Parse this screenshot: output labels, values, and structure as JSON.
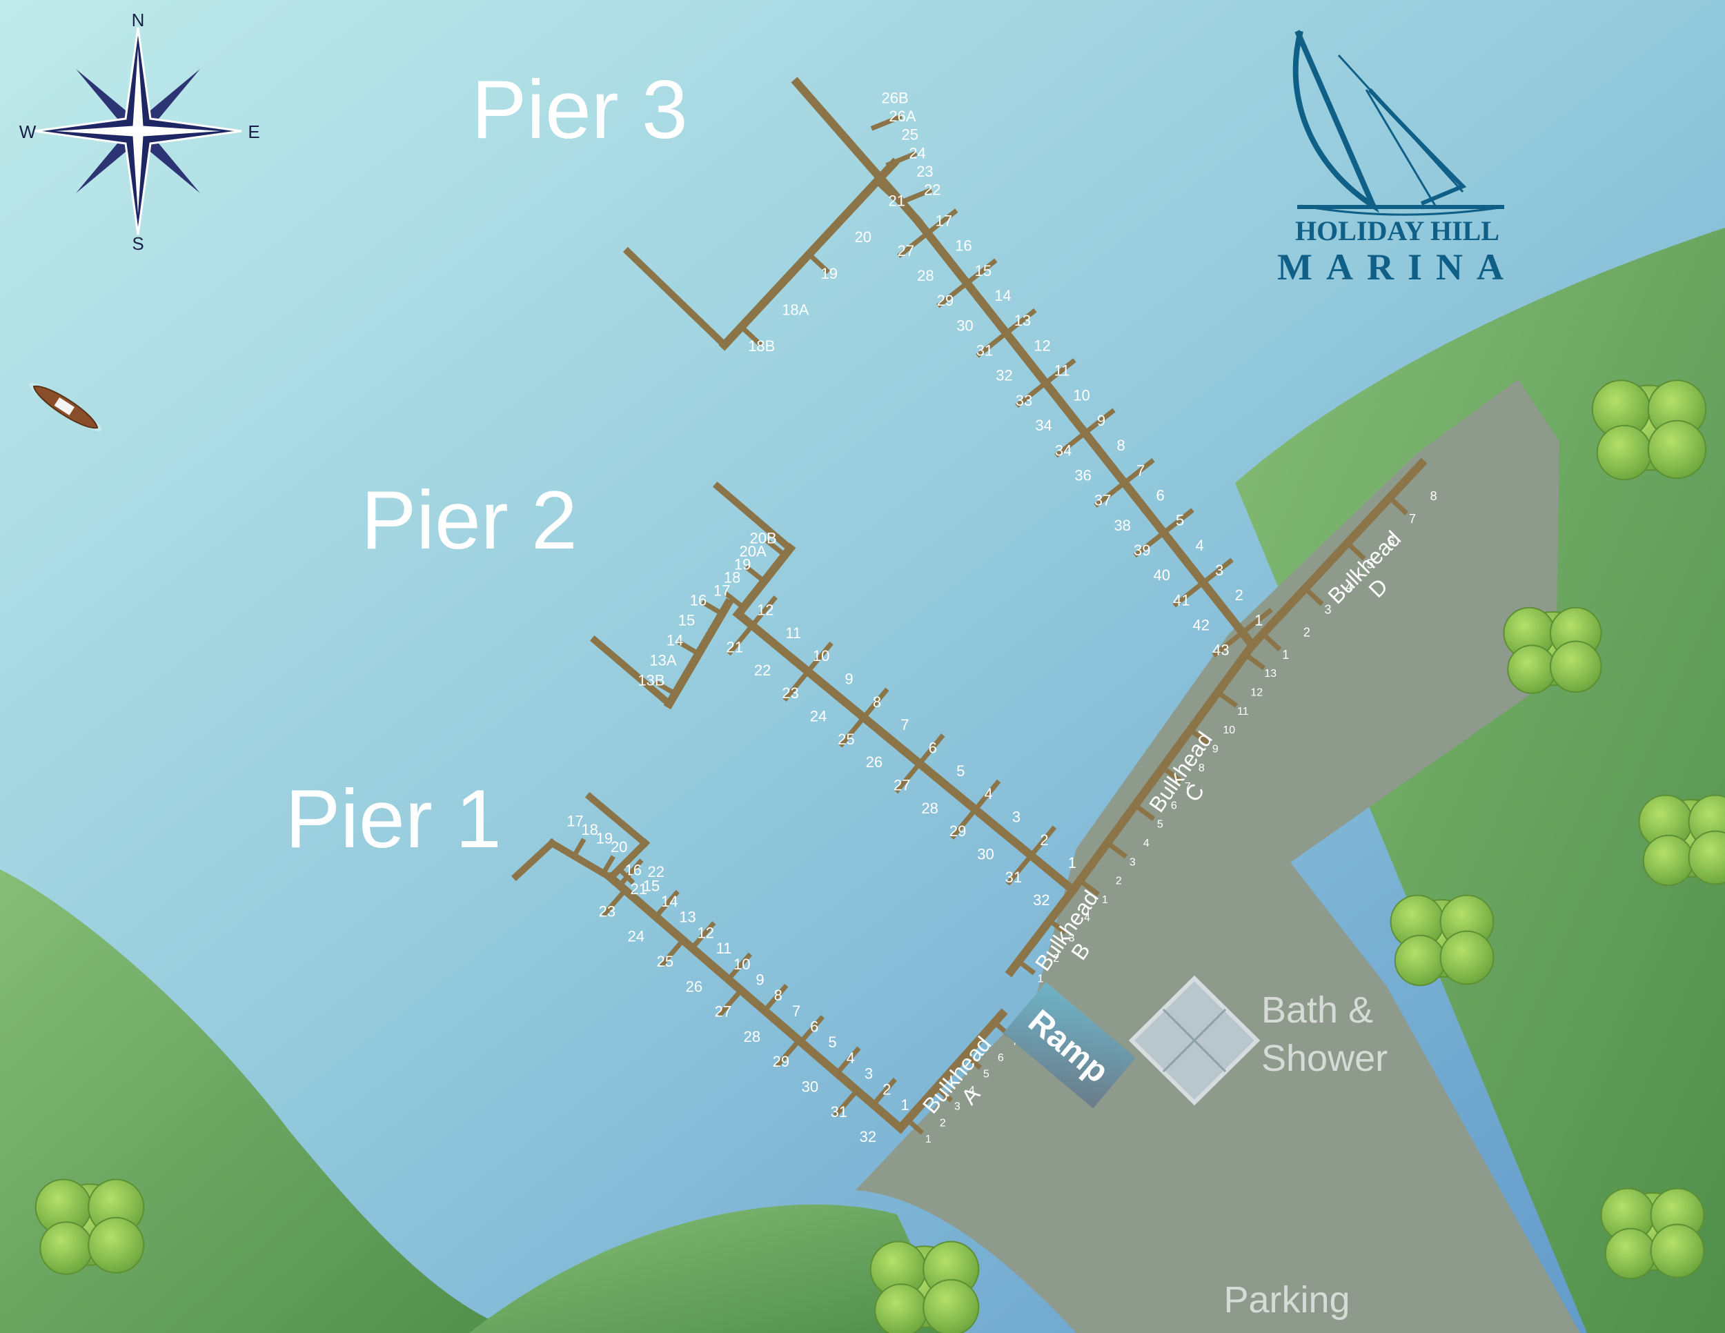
{
  "colors": {
    "water_light": "#b7e6e6",
    "water_dark": "#6fa7cf",
    "land": "#7cb56e",
    "land_dark": "#4f8f4a",
    "lot": "#8e9a8c",
    "dock": "#8b7447",
    "brand": "#0f5f86",
    "label": "#ffffff",
    "bath_text": "#d6dbd8"
  },
  "compass": {
    "n": "N",
    "e": "E",
    "s": "S",
    "w": "W"
  },
  "logo": {
    "line1": "HOLIDAY HILL",
    "line2": "MARINA"
  },
  "piers": {
    "pier1": "Pier 1",
    "pier2": "Pier 2",
    "pier3": "Pier 3"
  },
  "bulkheads": {
    "a": {
      "name": "Bulkhead",
      "letter": "A"
    },
    "b": {
      "name": "Bulkhead",
      "letter": "B"
    },
    "c": {
      "name": "Bulkhead",
      "letter": "C"
    },
    "d": {
      "name": "Bulkhead",
      "letter": "D"
    }
  },
  "facilities": {
    "ramp": "Ramp",
    "bath_line1": "Bath &",
    "bath_line2": "Shower",
    "parking": "Parking"
  },
  "slips": {
    "pier3_main_left": [
      "17",
      "16",
      "15",
      "14",
      "13",
      "12",
      "11",
      "10",
      "9",
      "8",
      "7",
      "6",
      "5",
      "4",
      "3",
      "2",
      "1"
    ],
    "pier3_main_right": [
      "27",
      "28",
      "29",
      "30",
      "31",
      "32",
      "33",
      "34",
      "34",
      "36",
      "37",
      "38",
      "39",
      "40",
      "41",
      "42",
      "43"
    ],
    "pier3_upper": [
      "22",
      "23",
      "24",
      "25",
      "26A",
      "26B"
    ],
    "pier3_left": [
      "21",
      "20",
      "19",
      "18A",
      "18B"
    ],
    "pier2_main_left": [
      "12",
      "11",
      "10",
      "9",
      "8",
      "7",
      "6",
      "5",
      "4",
      "3",
      "2",
      "1"
    ],
    "pier2_main_right": [
      "21",
      "22",
      "23",
      "24",
      "25",
      "26",
      "27",
      "28",
      "29",
      "30",
      "31",
      "32"
    ],
    "pier2_upper": [
      "17",
      "18",
      "19",
      "20A",
      "20B"
    ],
    "pier2_left": [
      "16",
      "15",
      "14",
      "13A",
      "13B"
    ],
    "pier1_main_left": [
      "16",
      "15",
      "14",
      "13",
      "12",
      "11",
      "10",
      "9",
      "8",
      "7",
      "6",
      "5",
      "4",
      "3",
      "2",
      "1"
    ],
    "pier1_main_right": [
      "23",
      "24",
      "25",
      "26",
      "27",
      "28",
      "29",
      "30",
      "31",
      "32"
    ],
    "pier1_top": [
      "21",
      "22"
    ],
    "pier1_left": [
      "20",
      "19",
      "18",
      "17"
    ],
    "bulkhead_a": [
      "1",
      "2",
      "3",
      "4",
      "5",
      "6",
      "7"
    ],
    "bulkhead_b": [
      "1",
      "2",
      "3",
      "4"
    ],
    "bulkhead_c": [
      "1",
      "2",
      "3",
      "4",
      "5",
      "6",
      "7",
      "8",
      "9",
      "10",
      "11",
      "12",
      "13"
    ],
    "bulkhead_d": [
      "1",
      "2",
      "3",
      "4",
      "5",
      "6",
      "7",
      "8"
    ]
  }
}
